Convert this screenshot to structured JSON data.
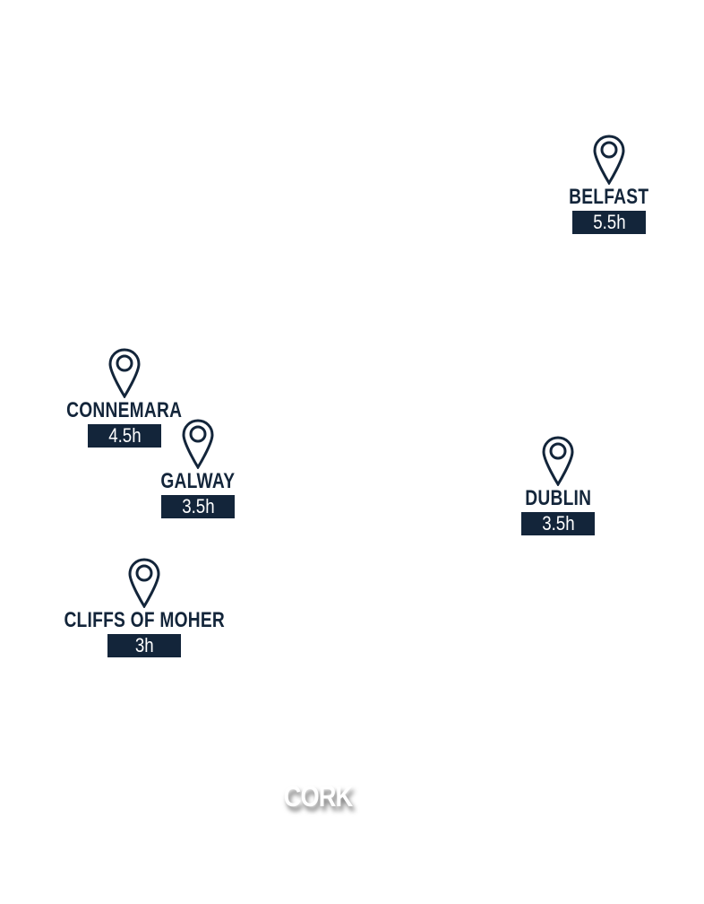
{
  "colors": {
    "marker": "#13253a",
    "background": "#ffffff"
  },
  "markers": [
    {
      "name": "BELFAST",
      "time": "5.5h",
      "icon": "map-pin-icon"
    },
    {
      "name": "CONNEMARA",
      "time": "4.5h",
      "icon": "map-pin-icon"
    },
    {
      "name": "GALWAY",
      "time": "3.5h",
      "icon": "map-pin-icon"
    },
    {
      "name": "DUBLIN",
      "time": "3.5h",
      "icon": "map-pin-icon"
    },
    {
      "name": "CLIFFS OF MOHER",
      "time": "3h",
      "icon": "map-pin-icon"
    }
  ],
  "origin": {
    "name": "CORK"
  }
}
